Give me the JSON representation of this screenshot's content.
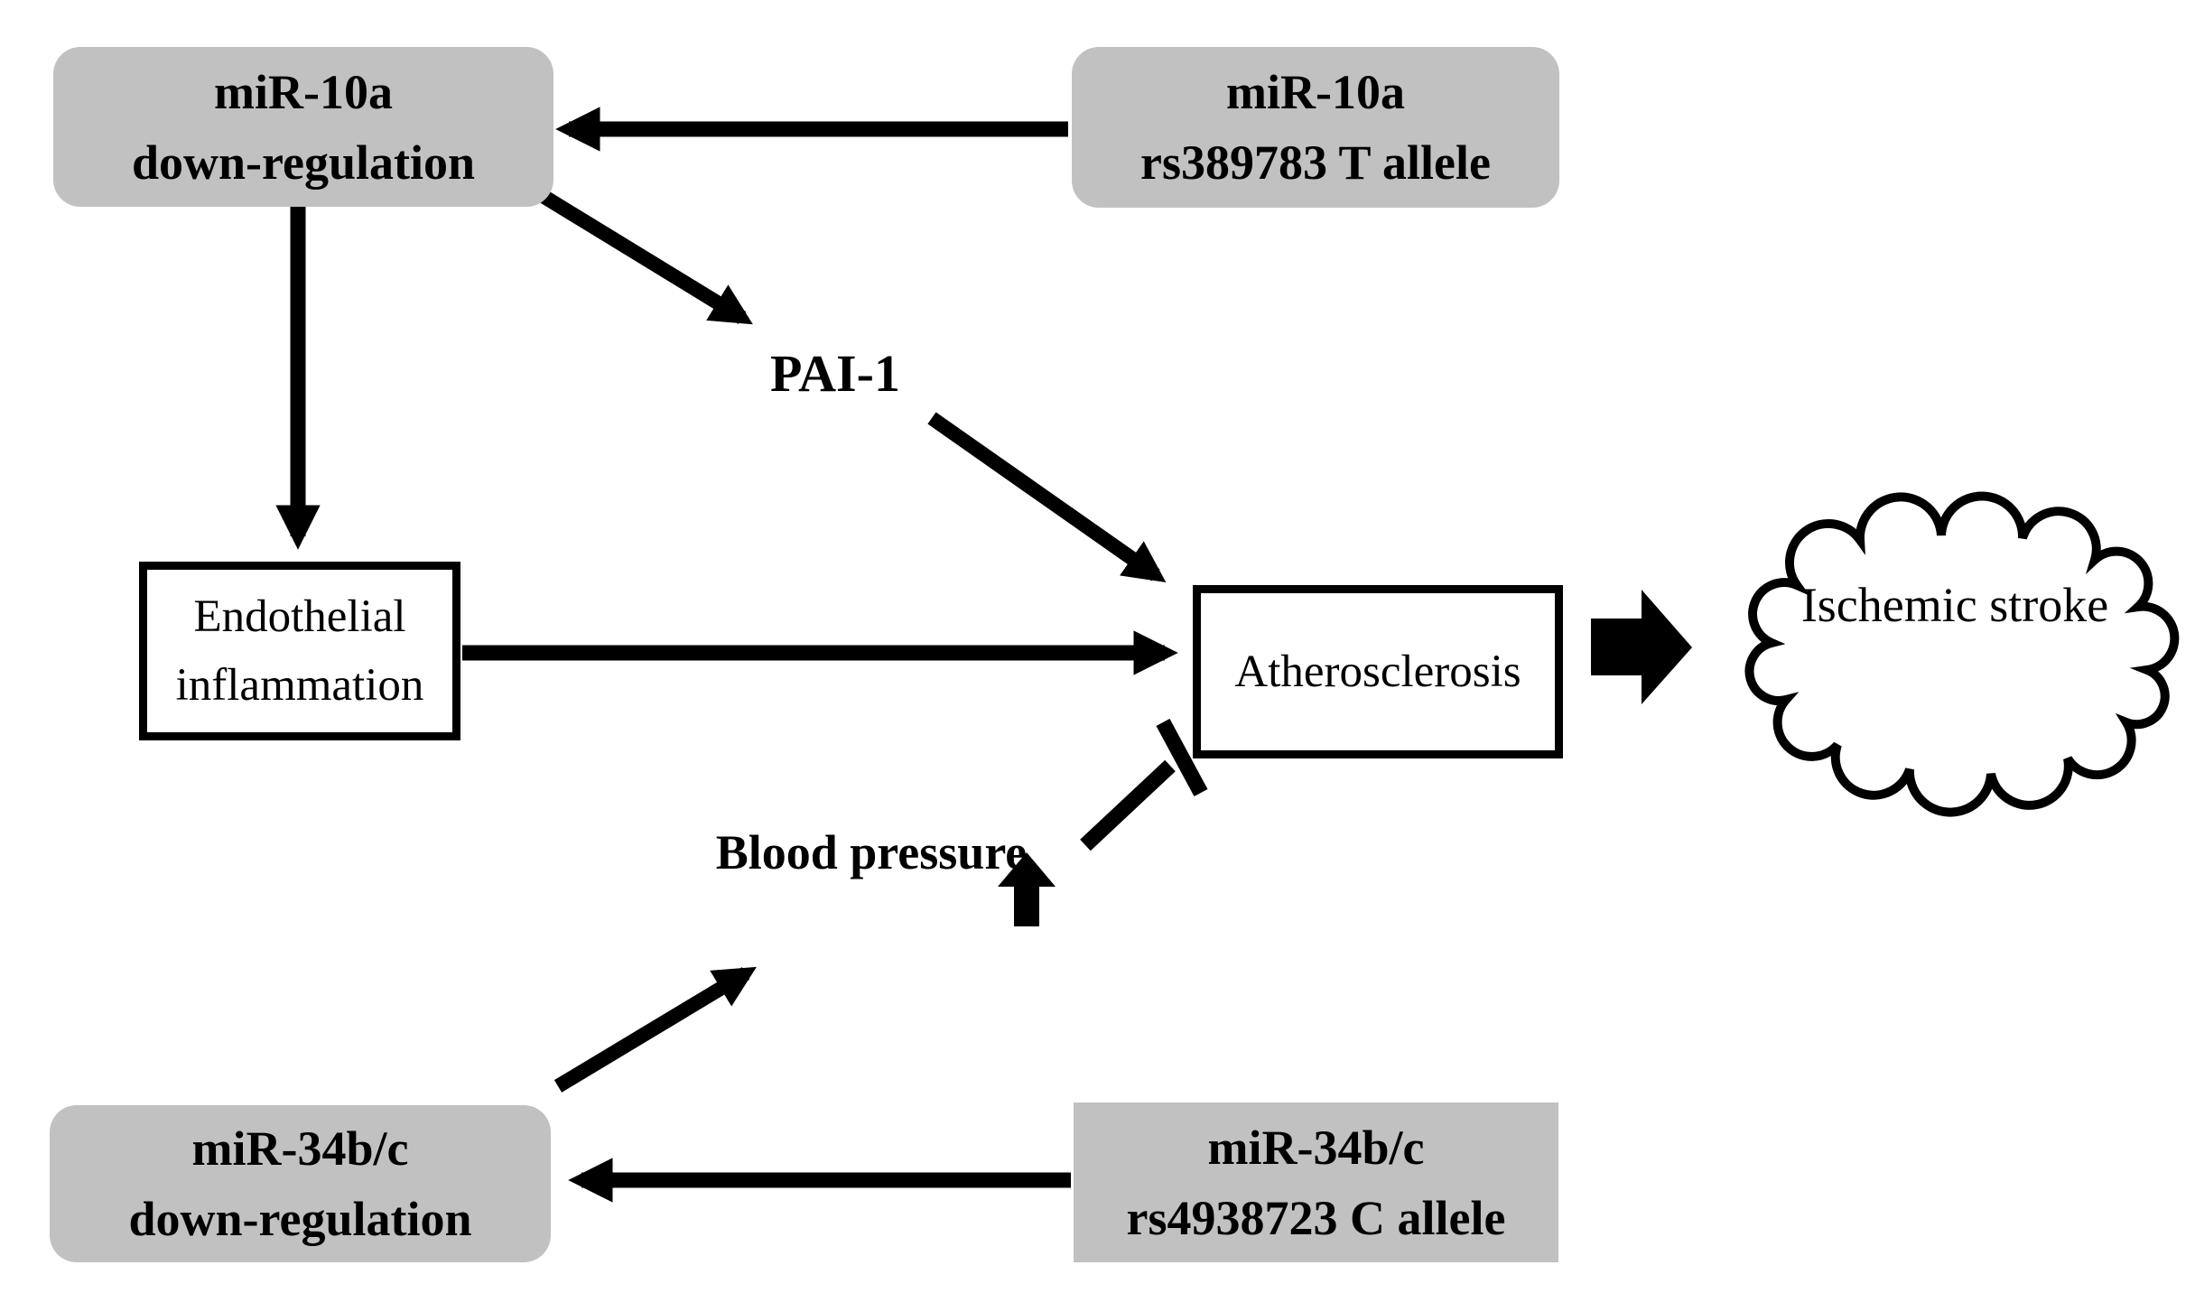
{
  "colors": {
    "background": "#ffffff",
    "node_fill_gray": "#c1c1c1",
    "node_fill_white": "#ffffff",
    "line_and_text": "#000000"
  },
  "nodes": {
    "mir10a_down": {
      "line1": "miR-10a",
      "line2": "down-regulation"
    },
    "mir10a_snp": {
      "line1": "miR-10a",
      "line2": "rs389783 T allele"
    },
    "endothelial": {
      "line1": "Endothelial",
      "line2": "inflammation"
    },
    "atherosclerosis": {
      "label": "Atherosclerosis"
    },
    "ischemic": {
      "line1": "Ischemic",
      "line2": "stroke"
    },
    "mir34bc_down": {
      "line1": "miR-34b/c",
      "line2": "down-regulation"
    },
    "mir34bc_snp": {
      "line1": "miR-34b/c",
      "line2": "rs4938723 C allele"
    },
    "pai1": {
      "label": "PAI-1"
    },
    "blood_pressure": {
      "line1": "Blood",
      "line2": "pressure"
    }
  },
  "edges": [
    {
      "from": "miR-10a rs389783 T allele",
      "to": "miR-10a down-regulation",
      "kind": "arrow"
    },
    {
      "from": "miR-10a down-regulation",
      "to": "Endothelial inflammation",
      "kind": "arrow"
    },
    {
      "from": "miR-10a down-regulation",
      "to": "PAI-1",
      "kind": "arrow"
    },
    {
      "from": "PAI-1",
      "to": "Atherosclerosis",
      "kind": "arrow"
    },
    {
      "from": "Endothelial inflammation",
      "to": "Atherosclerosis",
      "kind": "arrow"
    },
    {
      "from": "Atherosclerosis",
      "to": "Ischemic stroke",
      "kind": "block-arrow"
    },
    {
      "from": "miR-34b/c rs4938723 C allele",
      "to": "miR-34b/c down-regulation",
      "kind": "arrow"
    },
    {
      "from": "miR-34b/c down-regulation",
      "to": "Blood pressure",
      "kind": "arrow"
    },
    {
      "from": "Blood pressure",
      "to": "Atherosclerosis",
      "kind": "t-bar"
    }
  ]
}
